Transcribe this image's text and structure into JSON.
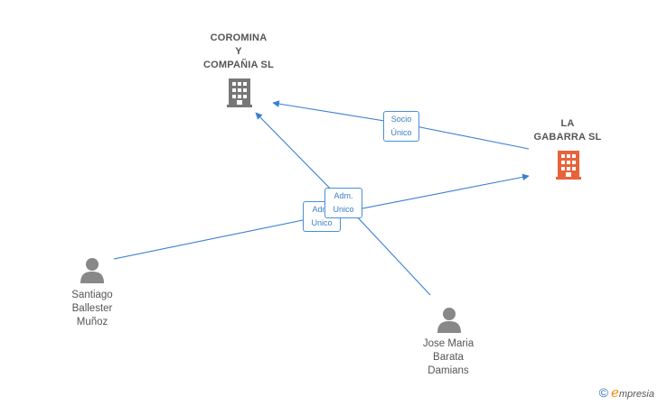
{
  "nodes": {
    "coromina": {
      "label_lines": [
        "COROMINA",
        "Y",
        "COMPAÑIA SL"
      ],
      "type": "company",
      "color": "#777777"
    },
    "la_gabarra": {
      "label_lines": [
        "LA",
        "GABARRA SL"
      ],
      "type": "company",
      "color": "#e8623a"
    },
    "santiago": {
      "label_lines": [
        "Santiago",
        "Ballester",
        "Muñoz"
      ],
      "type": "person",
      "color": "#888888"
    },
    "jose_maria": {
      "label_lines": [
        "Jose Maria",
        "Barata",
        "Damians"
      ],
      "type": "person",
      "color": "#888888"
    }
  },
  "edges": {
    "socio_unico": {
      "from": "la_gabarra",
      "to": "coromina",
      "label_lines": [
        "Socio",
        "Único"
      ]
    },
    "adm_unico_santiago": {
      "from": "santiago",
      "to": "la_gabarra",
      "label_lines": [
        "Adm.",
        "Unico"
      ]
    },
    "adm_unico_jose": {
      "from": "jose_maria",
      "to": "coromina",
      "label_lines": [
        "Adm.",
        "Unico"
      ]
    }
  },
  "edge_color": "#3a7fd5",
  "footer": {
    "symbol": "©",
    "brand_initial": "e",
    "brand_rest": "mpresia"
  }
}
